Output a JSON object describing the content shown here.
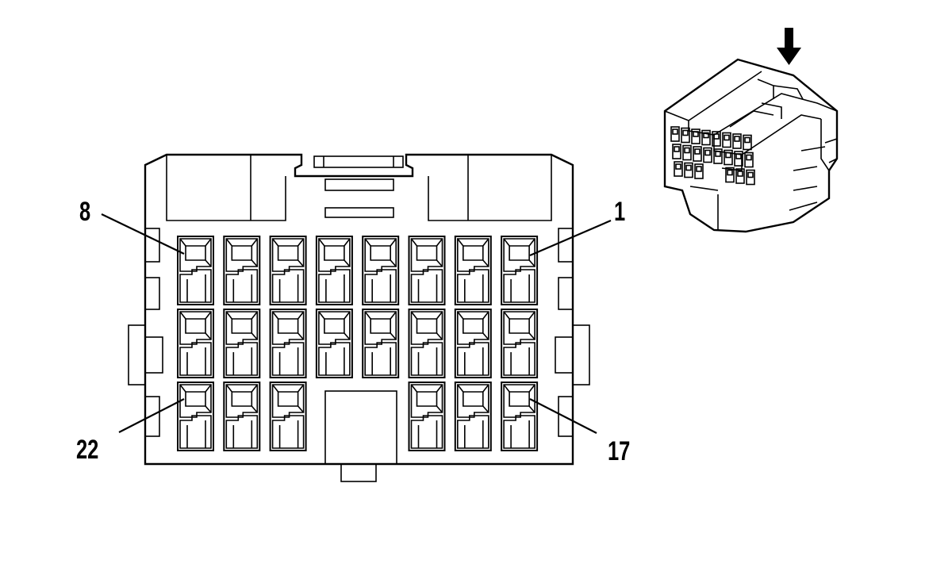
{
  "diagram": {
    "pin_labels": {
      "top_left": "8",
      "top_right": "1",
      "bottom_left": "22",
      "bottom_right": "17"
    },
    "connector": {
      "rows": 3,
      "columns": 8,
      "bottom_row_populated_columns": [
        0,
        1,
        2,
        5,
        6,
        7
      ]
    },
    "inset": {
      "arrow": "down-arrow-icon",
      "view": "connector-isometric-view"
    }
  }
}
